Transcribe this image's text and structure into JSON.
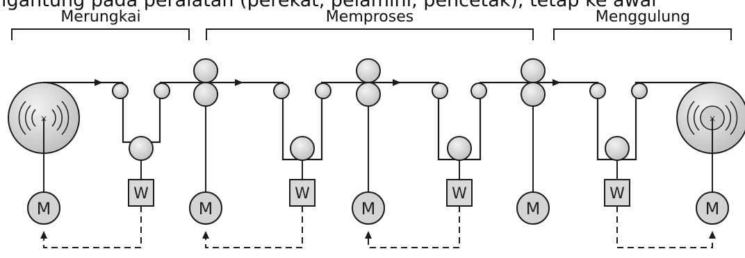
{
  "top_text": "igantung pada peralatan (perekat, pelaminا, pencetak), tetap ke awal",
  "sections": [
    {
      "label": "Merungkai"
    },
    {
      "label": "Memproses"
    },
    {
      "label": "Menggulung"
    }
  ],
  "motor_letter": "M",
  "dancer_letter": "W",
  "colors": {
    "line": "#1a1a1a",
    "roller_fill": "#d4d4d4",
    "box_fill": "#d9d9d9",
    "reel_fill": "#e2e2e2"
  }
}
